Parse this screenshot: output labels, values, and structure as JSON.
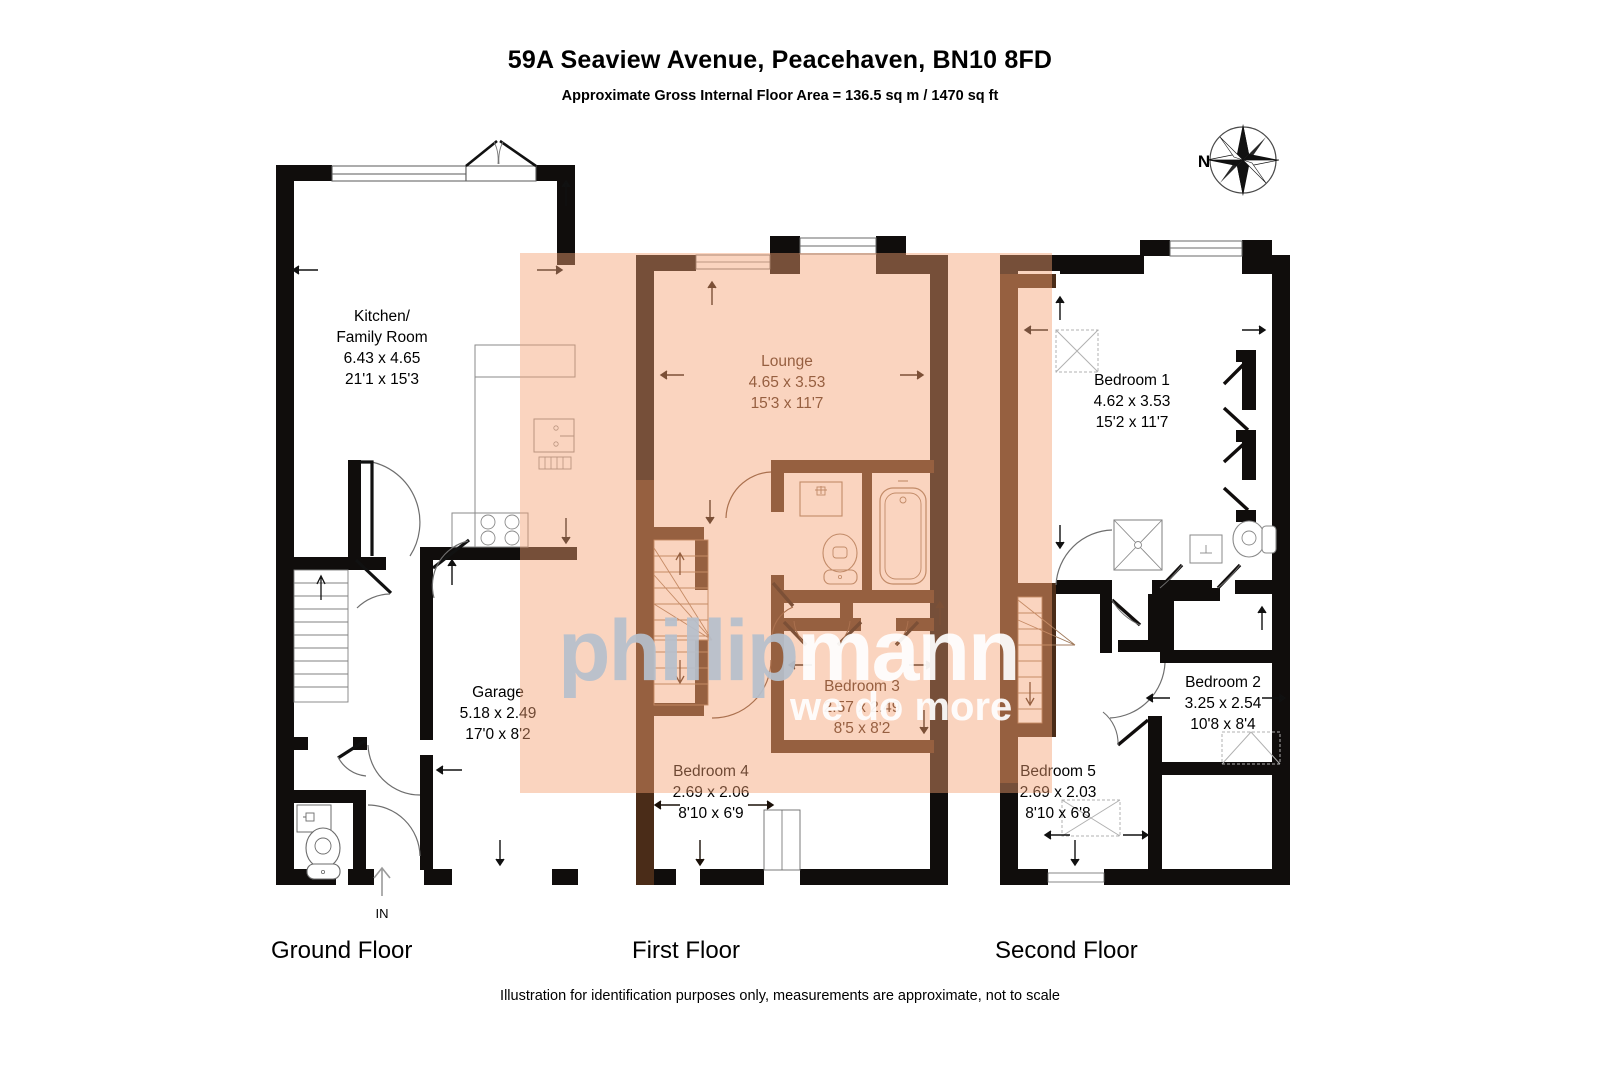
{
  "header": {
    "title": "59A Seaview Avenue, Peacehaven, BN10 8FD",
    "subtitle": "Approximate Gross Internal Floor Area = 136.5 sq m / 1470 sq ft"
  },
  "compass": {
    "north_label": "N",
    "icon": "compass-rose-icon"
  },
  "footer": {
    "disclaimer": "Illustration for identification purposes only, measurements are approximate, not to scale"
  },
  "watermark": {
    "brand": "phillipmann",
    "tagline": "we do more"
  },
  "entrance": {
    "label": "IN",
    "icon": "entrance-arrow-icon"
  },
  "floors": [
    {
      "id": "ground-floor",
      "label": "Ground Floor",
      "rooms": [
        {
          "name": "Kitchen/Family Room",
          "name_line1": "Kitchen/",
          "name_line2": "Family Room",
          "metric": "6.43 x 4.65",
          "imperial": "21'1 x 15'3"
        },
        {
          "name": "Garage",
          "name_line1": "Garage",
          "name_line2": "",
          "metric": "5.18 x 2.49",
          "imperial": "17'0 x 8'2"
        }
      ]
    },
    {
      "id": "first-floor",
      "label": "First Floor",
      "rooms": [
        {
          "name": "Lounge",
          "name_line1": "Lounge",
          "name_line2": "",
          "metric": "4.65 x 3.53",
          "imperial": "15'3 x 11'7"
        },
        {
          "name": "Bedroom 3",
          "name_line1": "Bedroom 3",
          "name_line2": "",
          "metric": "2.57 x 2.49",
          "imperial": "8'5 x 8'2"
        },
        {
          "name": "Bedroom 4",
          "name_line1": "Bedroom 4",
          "name_line2": "",
          "metric": "2.69 x 2.06",
          "imperial": "8'10 x 6'9"
        }
      ]
    },
    {
      "id": "second-floor",
      "label": "Second Floor",
      "rooms": [
        {
          "name": "Bedroom 1",
          "name_line1": "Bedroom 1",
          "name_line2": "",
          "metric": "4.62 x 3.53",
          "imperial": "15'2 x 11'7"
        },
        {
          "name": "Bedroom 2",
          "name_line1": "Bedroom 2",
          "name_line2": "",
          "metric": "3.25 x 2.54",
          "imperial": "10'8 x 8'4"
        },
        {
          "name": "Bedroom 5",
          "name_line1": "Bedroom 5",
          "name_line2": "",
          "metric": "2.69 x 2.03",
          "imperial": "8'10 x 6'8"
        }
      ]
    }
  ],
  "colors": {
    "wall_black": "#100d0c",
    "wall_brown": "#4a2c18",
    "overlay_pink": "#f9c5a4",
    "fixture_line": "#6b6b6b",
    "watermark_grey": "#b6c0cd",
    "watermark_white": "#ffffff",
    "text": "#000000",
    "text_pink_area": "#3d2415"
  }
}
